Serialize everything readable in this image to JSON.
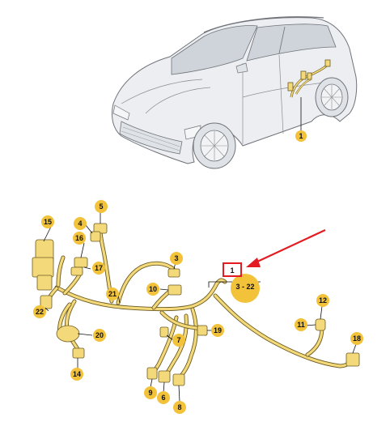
{
  "colors": {
    "callout_fill": "#f2c23a",
    "harness": "#f3d97a",
    "harness_outline": "#6b5a20",
    "car_outline": "#6f7378",
    "car_fill": "#e9ebee",
    "highlight_box": "#e31c23",
    "arrow": "#e31c23"
  },
  "car_callout": {
    "label": "1"
  },
  "callouts": [
    {
      "id": "c1",
      "label": "1"
    },
    {
      "id": "c3",
      "label": "3"
    },
    {
      "id": "c4",
      "label": "4"
    },
    {
      "id": "c5",
      "label": "5"
    },
    {
      "id": "c6",
      "label": "6"
    },
    {
      "id": "c7",
      "label": "7"
    },
    {
      "id": "c8",
      "label": "8"
    },
    {
      "id": "c9",
      "label": "9"
    },
    {
      "id": "c10",
      "label": "10"
    },
    {
      "id": "c11",
      "label": "11"
    },
    {
      "id": "c12",
      "label": "12"
    },
    {
      "id": "c14",
      "label": "14"
    },
    {
      "id": "c15",
      "label": "15"
    },
    {
      "id": "c16",
      "label": "16"
    },
    {
      "id": "c17",
      "label": "17"
    },
    {
      "id": "c18",
      "label": "18"
    },
    {
      "id": "c19",
      "label": "19"
    },
    {
      "id": "c20",
      "label": "20"
    },
    {
      "id": "c21",
      "label": "21"
    },
    {
      "id": "c22",
      "label": "22"
    }
  ],
  "main_reference": {
    "label": "1",
    "range": "3 - 22"
  }
}
